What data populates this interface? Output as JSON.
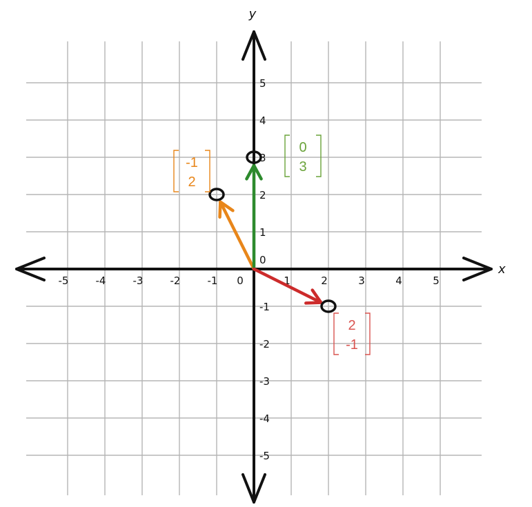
{
  "axes": {
    "x_label": "x",
    "y_label": "y",
    "x_ticks": [
      "-5",
      "-4",
      "-3",
      "-2",
      "-1",
      "0",
      "1",
      "2",
      "3",
      "4",
      "5"
    ],
    "y_ticks": [
      "5",
      "4",
      "3",
      "2",
      "1",
      "0",
      "-1",
      "-2",
      "-3",
      "-4",
      "-5"
    ],
    "origin_label": "0"
  },
  "colors": {
    "grid": "#b5b5b5",
    "axis": "#111111",
    "orange": "#e8861a",
    "green": "#2d8a2d",
    "red": "#cc2b2b",
    "orange_label": "#e8861a",
    "green_label": "#6aa33a",
    "red_label": "#d9534f"
  },
  "vectors": [
    {
      "id": "orange",
      "x": -1,
      "y": 2,
      "label_top": "-1",
      "label_bottom": "2"
    },
    {
      "id": "green",
      "x": 0,
      "y": 3,
      "label_top": "0",
      "label_bottom": "3"
    },
    {
      "id": "red",
      "x": 2,
      "y": -1,
      "label_top": "2",
      "label_bottom": "-1"
    }
  ]
}
